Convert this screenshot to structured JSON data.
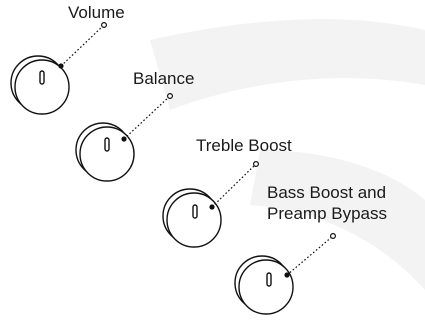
{
  "diagram": {
    "knobs": [
      {
        "id": "volume",
        "label": "Volume"
      },
      {
        "id": "balance",
        "label": "Balance"
      },
      {
        "id": "treble-boost",
        "label": "Treble Boost"
      },
      {
        "id": "bass-boost",
        "label_lines": [
          "Bass Boost and",
          "Preamp Bypass"
        ]
      }
    ],
    "colors": {
      "stroke": "#111111",
      "watermark": "#f3f3f3",
      "text": "#1a1a1a"
    }
  }
}
